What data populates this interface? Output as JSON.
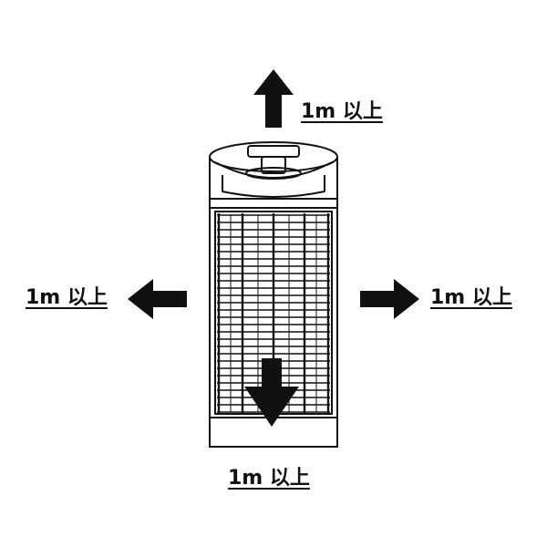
{
  "clearance": {
    "top": "1m 以上",
    "left": "1m 以上",
    "right": "1m 以上",
    "bottom": "1m 以上"
  },
  "colors": {
    "ink": "#111111",
    "background": "#ffffff"
  },
  "icons": {
    "device": "cylindrical-bug-zapper-icon",
    "arrow": "clearance-arrow-icon"
  }
}
